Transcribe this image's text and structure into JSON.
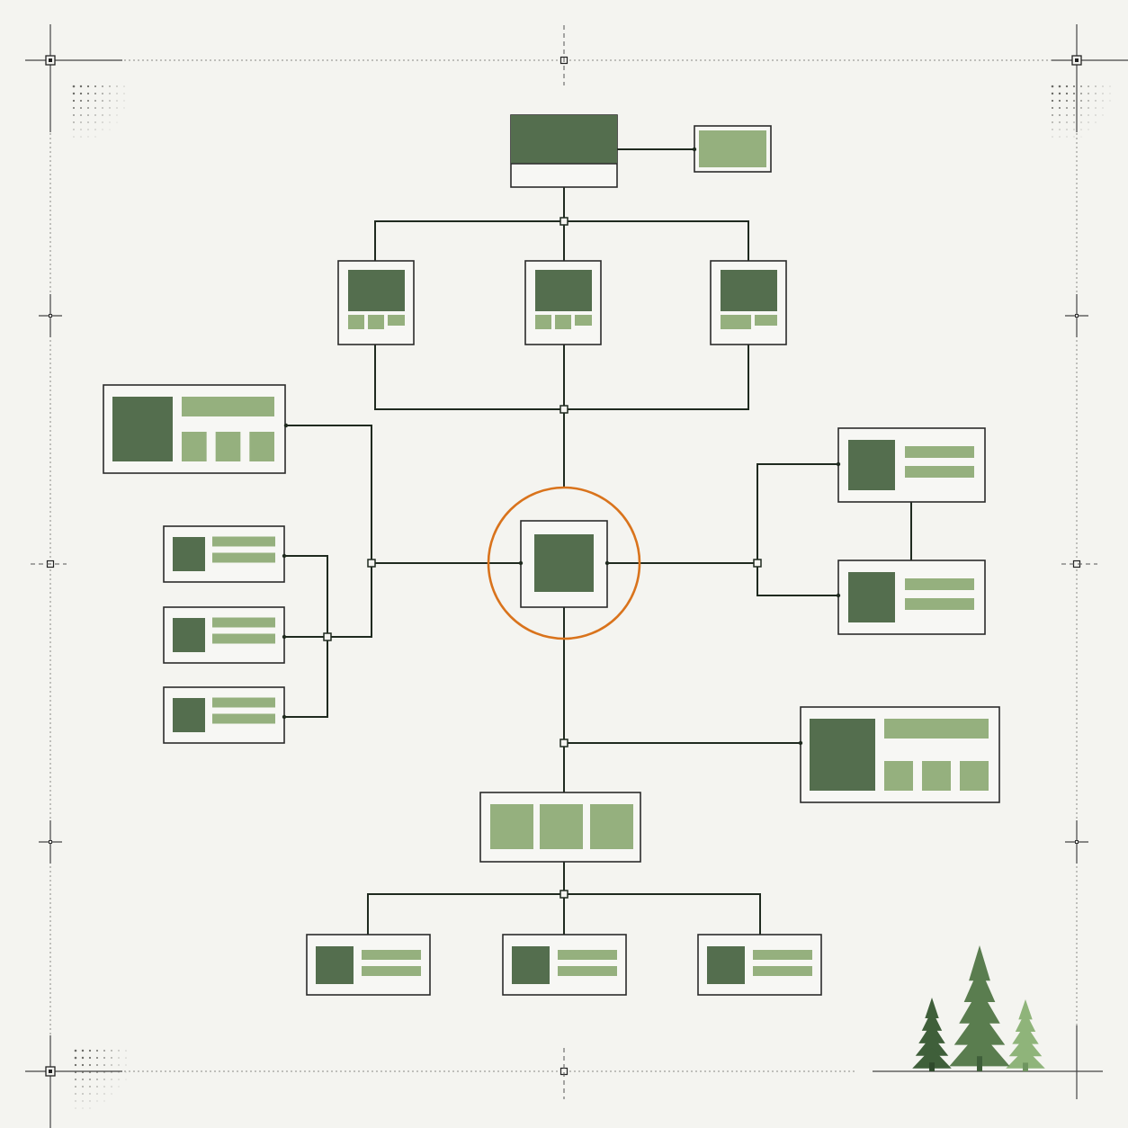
{
  "diagram": {
    "colors": {
      "background": "#f4f4f0",
      "line": "#1f2a1f",
      "block_dark": "#546e4e",
      "block_light": "#95b07e",
      "tile_border": "#2b2b2b",
      "focus_ring": "#d9731c",
      "tree_dark": "#3f5f3a",
      "tree_mid": "#5a7d4f",
      "tree_light": "#8fb47a"
    },
    "focus": "center-node",
    "nodes": [
      {
        "id": "root-node",
        "kind": "header-card"
      },
      {
        "id": "root-side-node",
        "kind": "light-block"
      },
      {
        "id": "tier1-left-node",
        "kind": "screen-card"
      },
      {
        "id": "tier1-center-node",
        "kind": "screen-card"
      },
      {
        "id": "tier1-right-node",
        "kind": "screen-card"
      },
      {
        "id": "center-node",
        "kind": "focus-square"
      },
      {
        "id": "left-wide-node",
        "kind": "gallery-card"
      },
      {
        "id": "left-list-node-1",
        "kind": "list-card"
      },
      {
        "id": "left-list-node-2",
        "kind": "list-card"
      },
      {
        "id": "left-list-node-3",
        "kind": "list-card"
      },
      {
        "id": "right-node-1",
        "kind": "list-card"
      },
      {
        "id": "right-node-2",
        "kind": "list-card"
      },
      {
        "id": "right-wide-node",
        "kind": "gallery-card"
      },
      {
        "id": "bottom-gallery-node",
        "kind": "three-panel"
      },
      {
        "id": "bottom-node-1",
        "kind": "list-card"
      },
      {
        "id": "bottom-node-2",
        "kind": "list-card"
      },
      {
        "id": "bottom-node-3",
        "kind": "list-card"
      }
    ],
    "decorations": [
      "crop-marks",
      "halftone-dots",
      "pine-trees"
    ]
  }
}
